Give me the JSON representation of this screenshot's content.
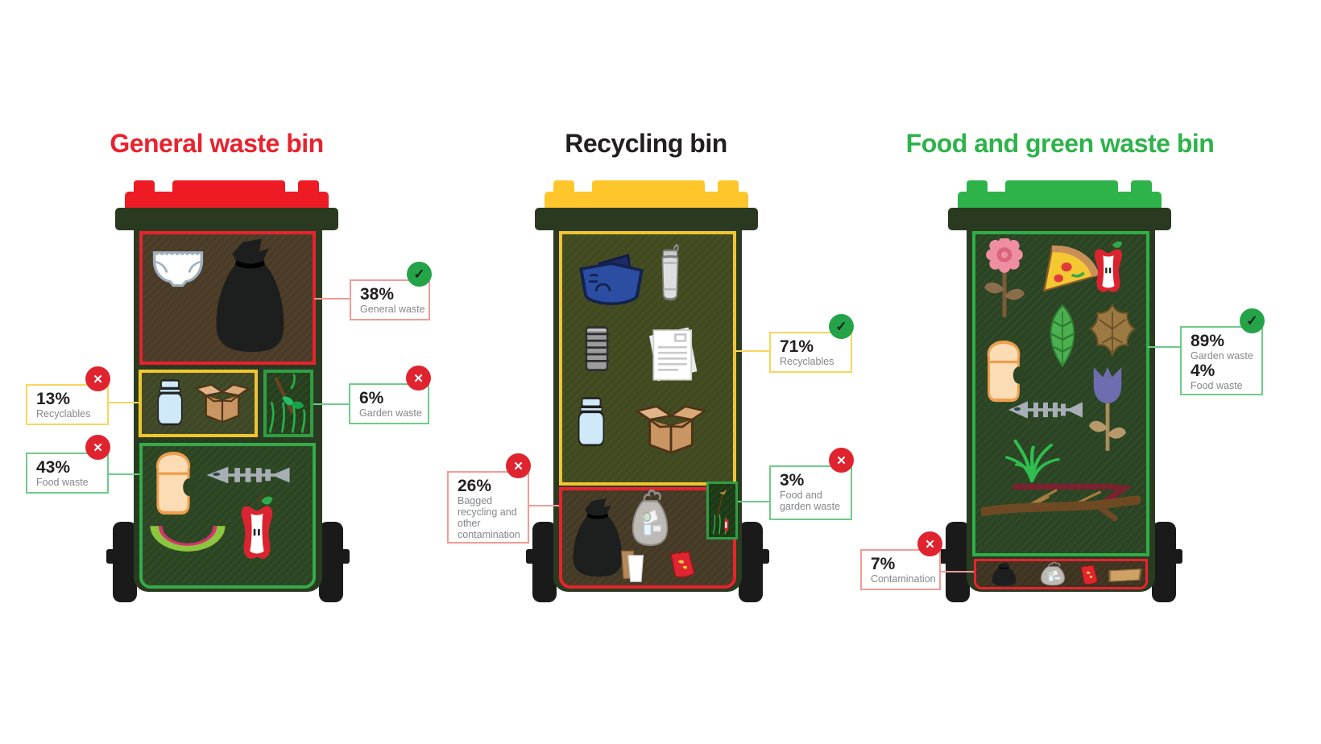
{
  "colors": {
    "title_red": "#e8232e",
    "title_black": "#231f20",
    "title_green": "#2eb34b",
    "lid_red": "#ed1c24",
    "lid_yellow": "#ffc62b",
    "lid_green": "#2eb34b",
    "bin_dark_green": "#2b3b21",
    "border_red": "#e8232e",
    "border_yellow": "#f0c52f",
    "border_green": "#2f9e44",
    "label_border_salmon": "#f59a96",
    "label_border_yellow": "#f8d55e",
    "label_border_green": "#6fcb88",
    "badge_check_green": "#25a349",
    "badge_cross_red": "#e0242f"
  },
  "glyphs": {
    "check": "✓",
    "cross": "✕"
  },
  "bins": [
    {
      "title": "General waste bin",
      "sections": [
        {
          "name": "general-waste",
          "items": [
            "diaper",
            "trash-bag"
          ]
        },
        {
          "name": "recyclables",
          "items": [
            "jar",
            "cardboard-box"
          ]
        },
        {
          "name": "garden-waste",
          "items": [
            "garden-clippings"
          ]
        },
        {
          "name": "food-waste",
          "items": [
            "bread",
            "fish-bones",
            "watermelon",
            "apple-core"
          ]
        }
      ],
      "labels": [
        {
          "pct": "38%",
          "desc": "General waste",
          "status": "check"
        },
        {
          "pct": "13%",
          "desc": "Recyclables",
          "status": "cross"
        },
        {
          "pct": "6%",
          "desc": "Garden waste",
          "status": "cross"
        },
        {
          "pct": "43%",
          "desc": "Food waste",
          "status": "cross"
        }
      ]
    },
    {
      "title": "Recycling bin",
      "sections": [
        {
          "name": "recyclables",
          "items": [
            "recycling-crate",
            "aluminium-can",
            "tin-can",
            "paper",
            "jar",
            "cardboard-box"
          ]
        },
        {
          "name": "bagged-contamination",
          "items": [
            "trash-bag",
            "plastic-bag",
            "coffee-cup",
            "chips-packet"
          ]
        },
        {
          "name": "food-garden-waste",
          "items": [
            "garden-clippings-small"
          ]
        }
      ],
      "labels": [
        {
          "pct": "71%",
          "desc": "Recyclables",
          "status": "check"
        },
        {
          "pct": "26%",
          "desc": "Bagged recycling and other contamination",
          "status": "cross"
        },
        {
          "pct": "3%",
          "desc": "Food and garden waste",
          "status": "cross"
        }
      ]
    },
    {
      "title": "Food and green waste bin",
      "sections": [
        {
          "name": "garden-and-food-waste",
          "items": [
            "flower",
            "pizza",
            "apple-core",
            "leaf",
            "autumn-leaf",
            "bread",
            "tulip",
            "fish-bones",
            "grass",
            "branch"
          ]
        },
        {
          "name": "contamination",
          "items": [
            "trash-bag",
            "plastic-bag",
            "chips-packet",
            "cardboard-piece"
          ]
        }
      ],
      "labels": [
        {
          "pct": "89%",
          "desc": "Garden waste",
          "pct2": "4%",
          "desc2": "Food waste",
          "status": "check"
        },
        {
          "pct": "7%",
          "desc": "Contamination",
          "status": "cross"
        }
      ]
    }
  ]
}
